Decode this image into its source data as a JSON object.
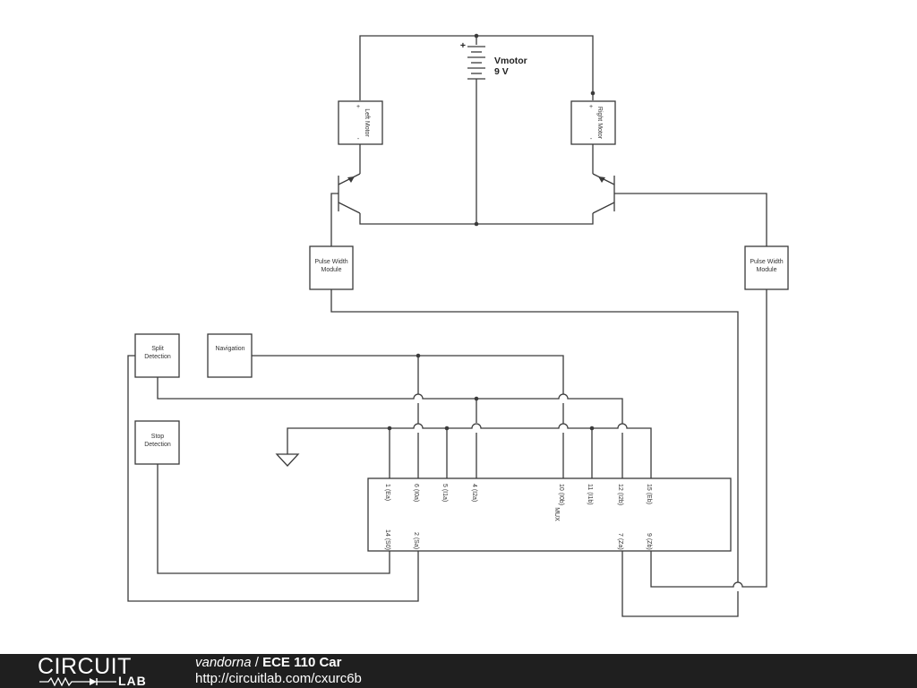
{
  "battery": {
    "name": "Vmotor",
    "value": "9 V",
    "plus": "+"
  },
  "motors": {
    "left": {
      "label": "Left Motor",
      "plus": "+",
      "minus": "-"
    },
    "right": {
      "label": "Right Motor",
      "plus": "+",
      "minus": "-"
    }
  },
  "pwm": {
    "line1": "Pulse Width",
    "line2": "Module"
  },
  "split": {
    "line1": "Split",
    "line2": "Detection"
  },
  "stop": {
    "line1": "Stop",
    "line2": "Detection"
  },
  "navigation": {
    "label": "Navigation"
  },
  "mux": {
    "label": "MUX",
    "top_pins": [
      "1 (Ea)",
      "6 (I0a)",
      "5 (I1a)",
      "4 (I2a)",
      "10 (I0b)",
      "11 (I1b)",
      "12 (I2b)",
      "15 (Eb)"
    ],
    "bottom_pins": [
      "14 (S0)",
      "2 (Sa)",
      "7 (Za)",
      "9 (Zb)"
    ]
  },
  "footer": {
    "logo_top": "CIRCUIT",
    "logo_bottom": "LAB",
    "user": "vandorna",
    "separator": " / ",
    "title": "ECE 110 Car",
    "url": "http://circuitlab.com/cxurc6b"
  }
}
